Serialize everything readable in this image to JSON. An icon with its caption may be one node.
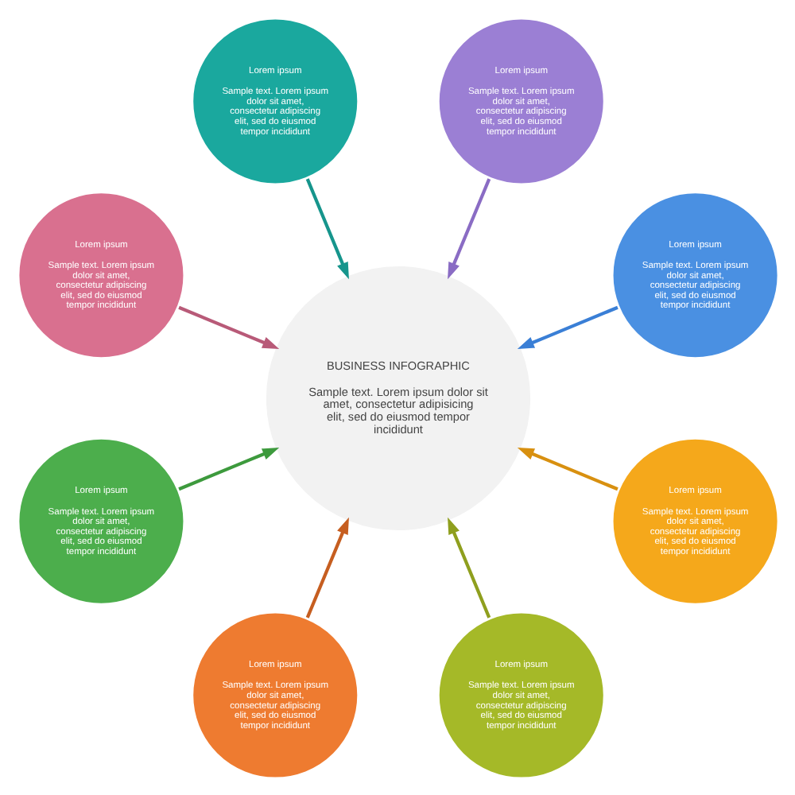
{
  "diagram": {
    "nodes": [
      {
        "text": [
          "BUSINESS INFOGRAPHIC",
          "Sample text. Lorem ipsum dolor sit amet, consectetur adipisicing elit, sed do eiusmod tempor incididunt"
        ]
      },
      {
        "text": [
          "Lorem ipsum",
          "Sample text. Lorem ipsum dolor sit amet, consectetur adipiscing elit, sed do eiusmod tempor incididunt"
        ]
      },
      {
        "text": [
          "Lorem ipsum",
          "Sample text. Lorem ipsum dolor sit amet, consectetur adipiscing elit, sed do eiusmod tempor incididunt"
        ]
      },
      {
        "text": [
          "Lorem ipsum",
          "Sample text. Lorem ipsum dolor sit amet, consectetur adipiscing elit, sed do eiusmod tempor incididunt"
        ]
      },
      {
        "text": [
          "Lorem ipsum",
          "Sample text. Lorem ipsum dolor sit amet, consectetur adipiscing elit, sed do eiusmod tempor incididunt"
        ]
      },
      {
        "text": [
          "Lorem ipsum",
          "Sample text. Lorem ipsum dolor sit amet, consectetur adipiscing elit, sed do eiusmod tempor incididunt"
        ]
      },
      {
        "text": [
          "Lorem ipsum",
          "Sample text. Lorem ipsum dolor sit amet, consectetur adipiscing elit, sed do eiusmod tempor incididunt"
        ]
      },
      {
        "text": [
          "Lorem ipsum",
          "Sample text. Lorem ipsum dolor sit amet, consectetur adipiscing elit, sed do eiusmod tempor incididunt"
        ]
      },
      {
        "text": [
          "Lorem ipsum",
          "Sample text. Lorem ipsum dolor sit amet, consectetur adipiscing elit, sed do eiusmod tempor incididunt"
        ]
      }
    ],
    "edges": [
      {
        "from": 1,
        "to": 0,
        "arrow": "to",
        "color": "#3a7fd6"
      },
      {
        "from": 2,
        "to": 0,
        "arrow": "to",
        "color": "#8a6cc4"
      },
      {
        "from": 3,
        "to": 0,
        "arrow": "to",
        "color": "#16958c"
      },
      {
        "from": 4,
        "to": 0,
        "arrow": "to",
        "color": "#b85a78"
      },
      {
        "from": 5,
        "to": 0,
        "arrow": "to",
        "color": "#3d9a3d"
      },
      {
        "from": 6,
        "to": 0,
        "arrow": "to",
        "color": "#c65e20"
      },
      {
        "from": 7,
        "to": 0,
        "arrow": "to",
        "color": "#8f9f1e"
      },
      {
        "from": 8,
        "to": 0,
        "arrow": "to",
        "color": "#d89010"
      }
    ]
  }
}
